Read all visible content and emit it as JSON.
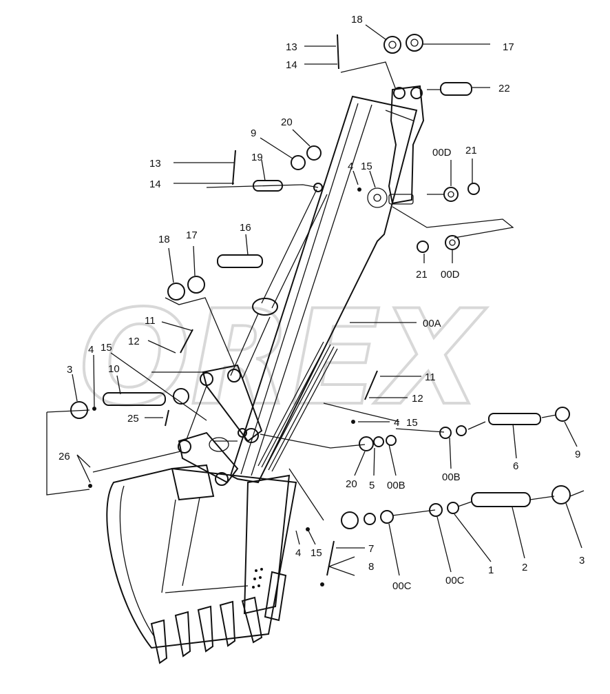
{
  "watermark": "OREX",
  "callouts": [
    {
      "id": "c18a",
      "text": "18"
    },
    {
      "id": "c17a",
      "text": "17"
    },
    {
      "id": "c13a",
      "text": "13"
    },
    {
      "id": "c14a",
      "text": "14"
    },
    {
      "id": "c22",
      "text": "22"
    },
    {
      "id": "c9a",
      "text": "9"
    },
    {
      "id": "c20a",
      "text": "20"
    },
    {
      "id": "c13b",
      "text": "13"
    },
    {
      "id": "c19",
      "text": "19"
    },
    {
      "id": "c14b",
      "text": "14"
    },
    {
      "id": "c4a",
      "text": "4"
    },
    {
      "id": "c15a",
      "text": "15"
    },
    {
      "id": "c00Da",
      "text": "00D"
    },
    {
      "id": "c21a",
      "text": "21"
    },
    {
      "id": "c16",
      "text": "16"
    },
    {
      "id": "c18b",
      "text": "18"
    },
    {
      "id": "c17b",
      "text": "17"
    },
    {
      "id": "c21b",
      "text": "21"
    },
    {
      "id": "c00Db",
      "text": "00D"
    },
    {
      "id": "c00A",
      "text": "00A"
    },
    {
      "id": "c11a",
      "text": "11"
    },
    {
      "id": "c12a",
      "text": "12"
    },
    {
      "id": "c4b",
      "text": "4"
    },
    {
      "id": "c15b",
      "text": "15"
    },
    {
      "id": "c3a",
      "text": "3"
    },
    {
      "id": "c10",
      "text": "10"
    },
    {
      "id": "c11b",
      "text": "11"
    },
    {
      "id": "c12b",
      "text": "12"
    },
    {
      "id": "c25",
      "text": "25"
    },
    {
      "id": "c4c",
      "text": "4"
    },
    {
      "id": "c15c",
      "text": "15"
    },
    {
      "id": "c9b",
      "text": "9"
    },
    {
      "id": "c6",
      "text": "6"
    },
    {
      "id": "c26",
      "text": "26"
    },
    {
      "id": "c20b",
      "text": "20"
    },
    {
      "id": "c5",
      "text": "5"
    },
    {
      "id": "c00Ba",
      "text": "00B"
    },
    {
      "id": "c00Bb",
      "text": "00B"
    },
    {
      "id": "c4d",
      "text": "4"
    },
    {
      "id": "c15d",
      "text": "15"
    },
    {
      "id": "c7",
      "text": "7"
    },
    {
      "id": "c8",
      "text": "8"
    },
    {
      "id": "c00Ca",
      "text": "00C"
    },
    {
      "id": "c00Cb",
      "text": "00C"
    },
    {
      "id": "c1",
      "text": "1"
    },
    {
      "id": "c2",
      "text": "2"
    },
    {
      "id": "c3b",
      "text": "3"
    }
  ]
}
